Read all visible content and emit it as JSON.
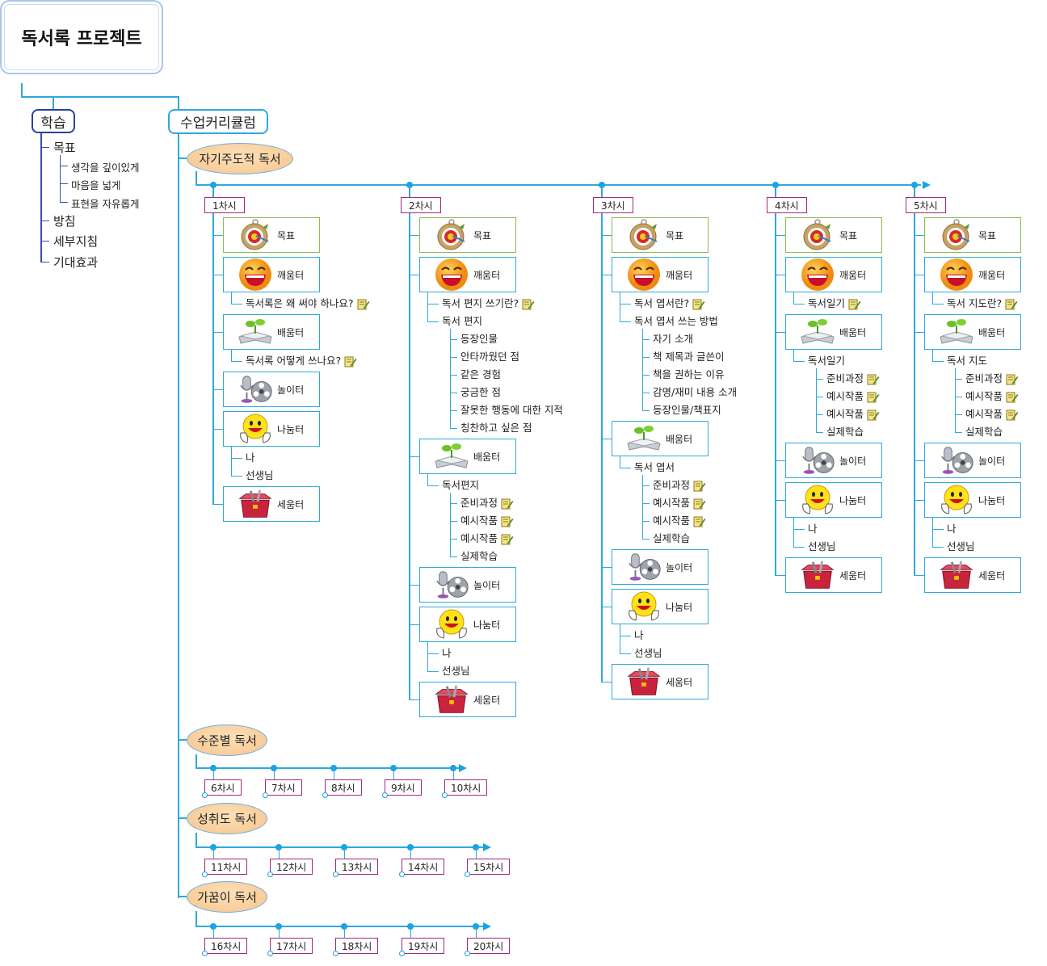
{
  "title": "독서록 프로젝트",
  "colors": {
    "line": "#2fa8dc",
    "tag_border": "#a02a7c",
    "oval_fill": "#f7c48c",
    "goal_border": "#8cbc52",
    "study_border": "#2a3fa0"
  },
  "study": {
    "label": "학습",
    "items": [
      {
        "label": "목표",
        "children": [
          "생각을 깊이있게",
          "마음을 넓게",
          "표현을 자유롭게"
        ]
      },
      {
        "label": "방침",
        "children": []
      },
      {
        "label": "세부지침",
        "children": []
      },
      {
        "label": "기대효과",
        "children": []
      }
    ]
  },
  "curriculum": {
    "label": "수업커리큘럼",
    "main_stage": {
      "label": "자기주도적 독서",
      "sessions": [
        {
          "label": "1차시",
          "items": [
            {
              "type": "box",
              "icon": "target-icon",
              "label": "목표"
            },
            {
              "type": "box",
              "icon": "laughing-face-icon",
              "label": "깨움터"
            },
            {
              "type": "text",
              "level": 1,
              "label": "독서록은 왜 써야 하나요?",
              "note": true
            },
            {
              "type": "box",
              "icon": "book-sprout-icon",
              "label": "배움터"
            },
            {
              "type": "text",
              "level": 1,
              "label": "독서록 어떻게 쓰나요?",
              "note": true
            },
            {
              "type": "box",
              "icon": "mic-film-icon",
              "label": "놀이터"
            },
            {
              "type": "box",
              "icon": "smiley-hands-icon",
              "label": "나눔터"
            },
            {
              "type": "text",
              "level": 1,
              "label": "나"
            },
            {
              "type": "text",
              "level": 1,
              "label": "선생님"
            },
            {
              "type": "box",
              "icon": "toolbox-icon",
              "label": "세움터"
            }
          ]
        },
        {
          "label": "2차시",
          "items": [
            {
              "type": "box",
              "icon": "target-icon",
              "label": "목표"
            },
            {
              "type": "box",
              "icon": "laughing-face-icon",
              "label": "깨움터"
            },
            {
              "type": "text",
              "level": 1,
              "label": "독서 편지 쓰기란?",
              "note": true
            },
            {
              "type": "text",
              "level": 1,
              "label": "독서 편지"
            },
            {
              "type": "text",
              "level": 2,
              "label": "등장인물"
            },
            {
              "type": "text",
              "level": 2,
              "label": "안타까웠던 점"
            },
            {
              "type": "text",
              "level": 2,
              "label": "같은 경험"
            },
            {
              "type": "text",
              "level": 2,
              "label": "궁금한 점"
            },
            {
              "type": "text",
              "level": 2,
              "label": "잘못한 행동에 대한 지적"
            },
            {
              "type": "text",
              "level": 2,
              "label": "칭찬하고 싶은 점"
            },
            {
              "type": "box",
              "icon": "book-sprout-icon",
              "label": "배움터"
            },
            {
              "type": "text",
              "level": 1,
              "label": "독서편지"
            },
            {
              "type": "text",
              "level": 2,
              "label": "준비과정",
              "note": true
            },
            {
              "type": "text",
              "level": 2,
              "label": "예시작품",
              "note": true
            },
            {
              "type": "text",
              "level": 2,
              "label": "예시작품",
              "note": true
            },
            {
              "type": "text",
              "level": 2,
              "label": "실제학습"
            },
            {
              "type": "box",
              "icon": "mic-film-icon",
              "label": "놀이터"
            },
            {
              "type": "box",
              "icon": "smiley-hands-icon",
              "label": "나눔터"
            },
            {
              "type": "text",
              "level": 1,
              "label": "나"
            },
            {
              "type": "text",
              "level": 1,
              "label": "선생님"
            },
            {
              "type": "box",
              "icon": "toolbox-icon",
              "label": "세움터"
            }
          ]
        },
        {
          "label": "3차시",
          "items": [
            {
              "type": "box",
              "icon": "target-icon",
              "label": "목표"
            },
            {
              "type": "box",
              "icon": "laughing-face-icon",
              "label": "깨움터"
            },
            {
              "type": "text",
              "level": 1,
              "label": "독서 엽서란?",
              "note": true
            },
            {
              "type": "text",
              "level": 1,
              "label": "독서 엽서 쓰는 방법"
            },
            {
              "type": "text",
              "level": 2,
              "label": "자기 소개"
            },
            {
              "type": "text",
              "level": 2,
              "label": "책 제목과 글쓴이"
            },
            {
              "type": "text",
              "level": 2,
              "label": "책을 권하는 이유"
            },
            {
              "type": "text",
              "level": 2,
              "label": "감명/재미 내용 소개"
            },
            {
              "type": "text",
              "level": 2,
              "label": "등장인물/책표지"
            },
            {
              "type": "box",
              "icon": "book-sprout-icon",
              "label": "배움터"
            },
            {
              "type": "text",
              "level": 1,
              "label": "독서 엽서"
            },
            {
              "type": "text",
              "level": 2,
              "label": "준비과정",
              "note": true
            },
            {
              "type": "text",
              "level": 2,
              "label": "예시작품",
              "note": true
            },
            {
              "type": "text",
              "level": 2,
              "label": "예시작품",
              "note": true
            },
            {
              "type": "text",
              "level": 2,
              "label": "실제학습"
            },
            {
              "type": "box",
              "icon": "mic-film-icon",
              "label": "놀이터"
            },
            {
              "type": "box",
              "icon": "smiley-hands-icon",
              "label": "나눔터"
            },
            {
              "type": "text",
              "level": 1,
              "label": "나"
            },
            {
              "type": "text",
              "level": 1,
              "label": "선생님"
            },
            {
              "type": "box",
              "icon": "toolbox-icon",
              "label": "세움터"
            }
          ]
        },
        {
          "label": "4차시",
          "items": [
            {
              "type": "box",
              "icon": "target-icon",
              "label": "목표"
            },
            {
              "type": "box",
              "icon": "laughing-face-icon",
              "label": "깨움터"
            },
            {
              "type": "text",
              "level": 1,
              "label": "독서일기",
              "note": true
            },
            {
              "type": "box",
              "icon": "book-sprout-icon",
              "label": "배움터"
            },
            {
              "type": "text",
              "level": 1,
              "label": "독서일기"
            },
            {
              "type": "text",
              "level": 2,
              "label": "준비과정",
              "note": true
            },
            {
              "type": "text",
              "level": 2,
              "label": "예시작품",
              "note": true
            },
            {
              "type": "text",
              "level": 2,
              "label": "예시작품",
              "note": true
            },
            {
              "type": "text",
              "level": 2,
              "label": "실제학습"
            },
            {
              "type": "box",
              "icon": "mic-film-icon",
              "label": "놀이터"
            },
            {
              "type": "box",
              "icon": "smiley-hands-icon",
              "label": "나눔터"
            },
            {
              "type": "text",
              "level": 1,
              "label": "나"
            },
            {
              "type": "text",
              "level": 1,
              "label": "선생님"
            },
            {
              "type": "box",
              "icon": "toolbox-icon",
              "label": "세움터"
            }
          ]
        },
        {
          "label": "5차시",
          "items": [
            {
              "type": "box",
              "icon": "target-icon",
              "label": "목표"
            },
            {
              "type": "box",
              "icon": "laughing-face-icon",
              "label": "깨움터"
            },
            {
              "type": "text",
              "level": 1,
              "label": "독서 지도란?",
              "note": true
            },
            {
              "type": "box",
              "icon": "book-sprout-icon",
              "label": "배움터"
            },
            {
              "type": "text",
              "level": 1,
              "label": "독서 지도"
            },
            {
              "type": "text",
              "level": 2,
              "label": "준비과정",
              "note": true
            },
            {
              "type": "text",
              "level": 2,
              "label": "예시작품",
              "note": true
            },
            {
              "type": "text",
              "level": 2,
              "label": "예시작품",
              "note": true
            },
            {
              "type": "text",
              "level": 2,
              "label": "실제학습"
            },
            {
              "type": "box",
              "icon": "mic-film-icon",
              "label": "놀이터"
            },
            {
              "type": "box",
              "icon": "smiley-hands-icon",
              "label": "나눔터"
            },
            {
              "type": "text",
              "level": 1,
              "label": "나"
            },
            {
              "type": "text",
              "level": 1,
              "label": "선생님"
            },
            {
              "type": "box",
              "icon": "toolbox-icon",
              "label": "세움터"
            }
          ]
        }
      ]
    },
    "other_stages": [
      {
        "label": "수준별 독서",
        "sessions": [
          "6차시",
          "7차시",
          "8차시",
          "9차시",
          "10차시"
        ]
      },
      {
        "label": "성취도 독서",
        "sessions": [
          "11차시",
          "12차시",
          "13차시",
          "14차시",
          "15차시"
        ]
      },
      {
        "label": "가꿈이 독서",
        "sessions": [
          "16차시",
          "17차시",
          "18차시",
          "19차시",
          "20차시"
        ]
      }
    ]
  }
}
